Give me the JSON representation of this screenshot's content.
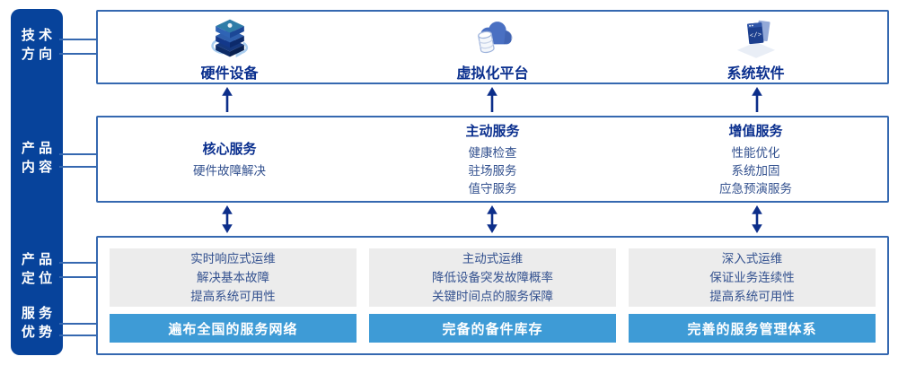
{
  "colors": {
    "sidebar_bg": "#07439B",
    "box_border": "#3568B0",
    "title_navy": "#0A2F8E",
    "body_text": "#33518F",
    "connector": "#3568B0",
    "arrow_color": "#0C2E8A",
    "gray_panel": "#ECECEC",
    "banner_bg": "#3E9BD6",
    "banner_text": "#FFFFFF"
  },
  "sidebar": {
    "items": [
      {
        "id": "tech-direction",
        "label": "技术方向",
        "text": "技 术\n方 向"
      },
      {
        "id": "product-content",
        "label": "产品内容",
        "text": "产 品\n内 容"
      },
      {
        "id": "product-positioning",
        "label": "产品定位",
        "text": "产 品\n定 位"
      },
      {
        "id": "service-advantages",
        "label": "服务优势",
        "text": "服 务\n优 势"
      }
    ]
  },
  "tech_direction": {
    "items": [
      {
        "icon": "server-stack-icon",
        "label": "硬件设备"
      },
      {
        "icon": "cloud-database-icon",
        "label": "虚拟化平台"
      },
      {
        "icon": "code-window-icon",
        "label": "系统软件"
      }
    ]
  },
  "product_content": {
    "columns": [
      {
        "title": "核心服务",
        "items": [
          "硬件故障解决"
        ]
      },
      {
        "title": "主动服务",
        "items": [
          "健康检查",
          "驻场服务",
          "值守服务"
        ]
      },
      {
        "title": "增值服务",
        "items": [
          "性能优化",
          "系统加固",
          "应急预演服务"
        ]
      }
    ]
  },
  "product_positioning": {
    "columns": [
      {
        "description": [
          "实时响应式运维",
          "解决基本故障",
          "提高系统可用性"
        ],
        "banner": "遍布全国的服务网络"
      },
      {
        "description": [
          "主动式运维",
          "降低设备突发故障概率",
          "关键时间点的服务保障"
        ],
        "banner": "完备的备件库存"
      },
      {
        "description": [
          "深入式运维",
          "保证业务连续性",
          "提高系统可用性"
        ],
        "banner": "完善的服务管理体系"
      }
    ]
  },
  "icons": {
    "code_glyph": "</>"
  }
}
